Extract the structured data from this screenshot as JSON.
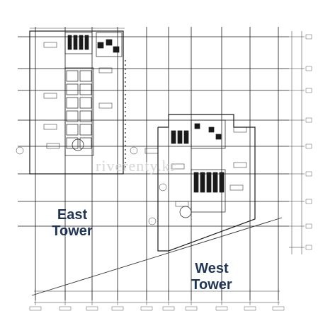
{
  "labels": {
    "east_tower": [
      "East",
      "Tower"
    ],
    "west_tower": [
      "West",
      "Tower"
    ]
  },
  "watermark": "riverenty.kr",
  "colors": {
    "tower_label": "#1f3557",
    "linework": "#1a1a1a",
    "watermark": "#cfcfcf"
  }
}
